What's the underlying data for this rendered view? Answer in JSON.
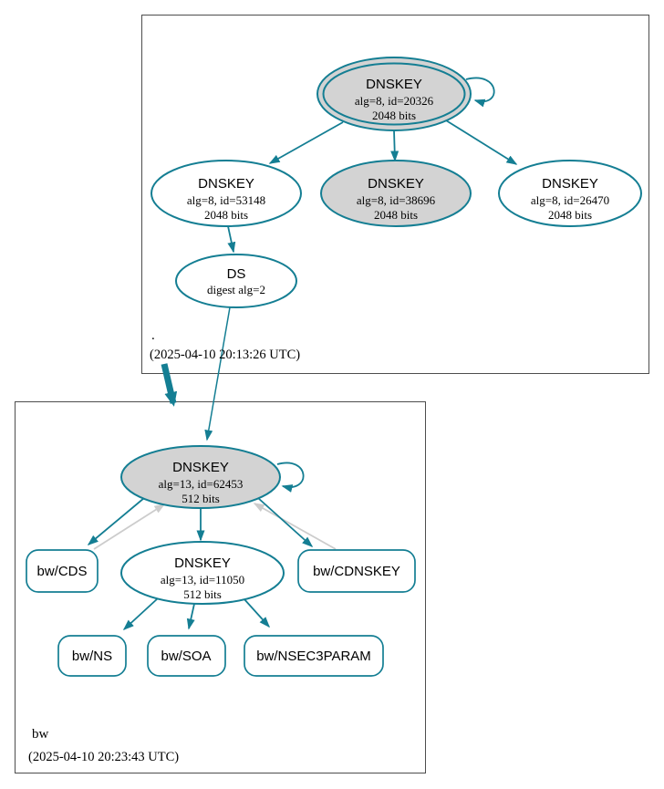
{
  "colors": {
    "teal": "#147e93",
    "node_fill": "#d3d3d3",
    "gray_edge": "#cccccc",
    "box_border": "#4d4d4d"
  },
  "root_zone": {
    "label": ".",
    "timestamp": "(2025-04-10 20:13:26 UTC)",
    "nodes": {
      "ksk": {
        "title": "DNSKEY",
        "meta": "alg=8, id=20326",
        "bits": "2048 bits"
      },
      "zsk_left": {
        "title": "DNSKEY",
        "meta": "alg=8, id=53148",
        "bits": "2048 bits"
      },
      "zsk_mid": {
        "title": "DNSKEY",
        "meta": "alg=8, id=38696",
        "bits": "2048 bits"
      },
      "zsk_right": {
        "title": "DNSKEY",
        "meta": "alg=8, id=26470",
        "bits": "2048 bits"
      },
      "ds": {
        "title": "DS",
        "meta": "digest alg=2"
      }
    }
  },
  "bw_zone": {
    "label": "bw",
    "timestamp": "(2025-04-10 20:23:43 UTC)",
    "nodes": {
      "ksk": {
        "title": "DNSKEY",
        "meta": "alg=13, id=62453",
        "bits": "512 bits"
      },
      "zsk": {
        "title": "DNSKEY",
        "meta": "alg=13, id=11050",
        "bits": "512 bits"
      },
      "cds": {
        "label": "bw/CDS"
      },
      "cdnskey": {
        "label": "bw/CDNSKEY"
      },
      "ns": {
        "label": "bw/NS"
      },
      "soa": {
        "label": "bw/SOA"
      },
      "nsec3param": {
        "label": "bw/NSEC3PARAM"
      }
    }
  }
}
